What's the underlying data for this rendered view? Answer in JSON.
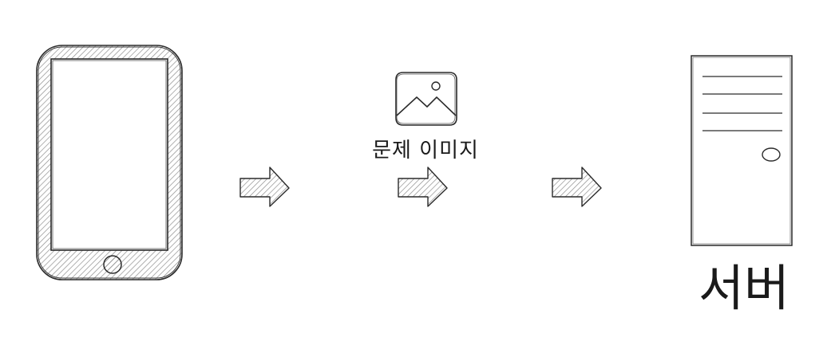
{
  "diagram": {
    "image_caption": "문제 이미지",
    "server_caption": "서버",
    "nodes": [
      {
        "id": "phone",
        "icon": "smartphone-icon"
      },
      {
        "id": "problem-image",
        "icon": "image-icon"
      },
      {
        "id": "server",
        "icon": "server-tower-icon"
      }
    ],
    "arrows": [
      "arrow-right-icon",
      "arrow-right-icon",
      "arrow-right-icon"
    ]
  },
  "colors": {
    "stroke": "#2a2a2a",
    "hatch": "#9a9a9a",
    "background": "#ffffff"
  }
}
